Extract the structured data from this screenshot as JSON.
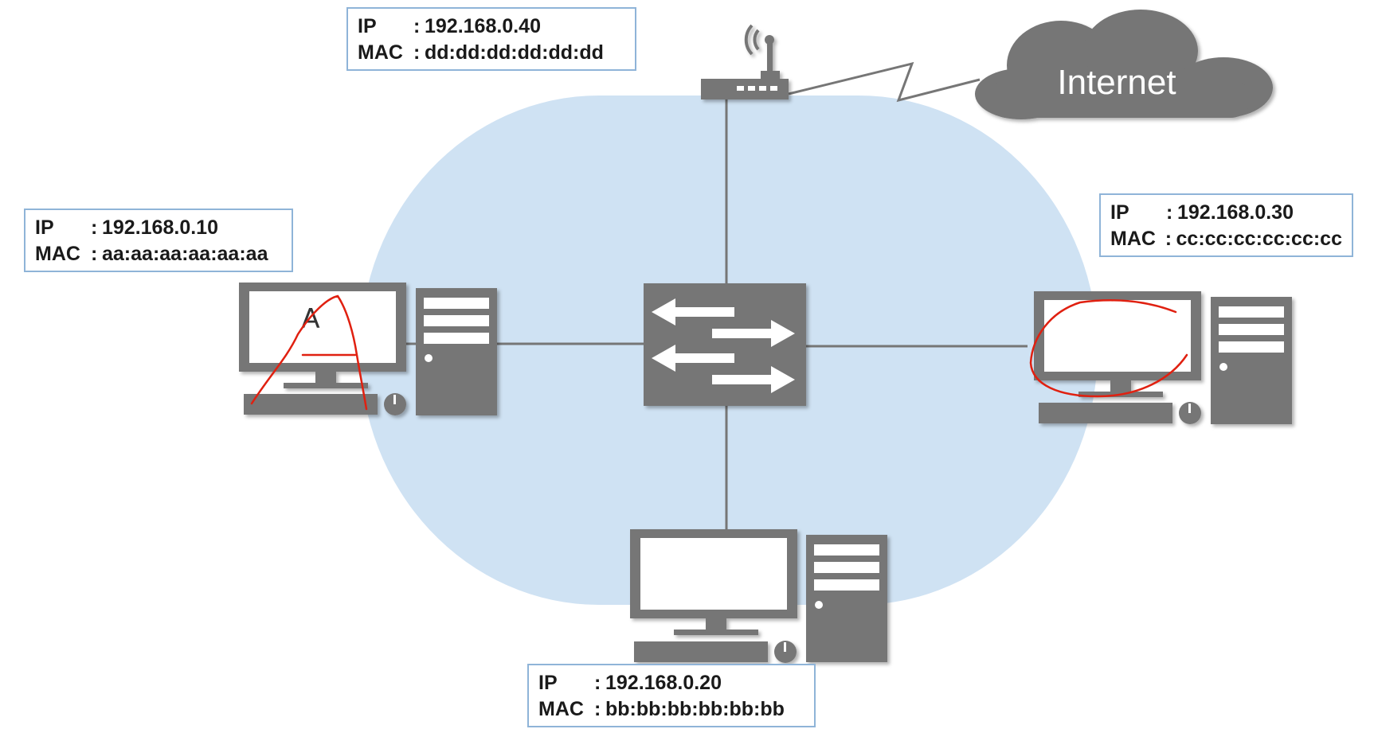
{
  "cloud": {
    "label": "Internet"
  },
  "hosts": {
    "router": {
      "ip_label": "IP",
      "ip": "192.168.0.40",
      "mac_label": "MAC",
      "mac": "dd:dd:dd:dd:dd:dd"
    },
    "pc_a": {
      "ip_label": "IP",
      "ip": "192.168.0.10",
      "mac_label": "MAC",
      "mac": "aa:aa:aa:aa:aa:aa",
      "screen_text": "A"
    },
    "pc_b": {
      "ip_label": "IP",
      "ip": "192.168.0.20",
      "mac_label": "MAC",
      "mac": "bb:bb:bb:bb:bb:bb"
    },
    "pc_c": {
      "ip_label": "IP",
      "ip": "192.168.0.30",
      "mac_label": "MAC",
      "mac": "cc:cc:cc:cc:cc:cc"
    }
  },
  "colors": {
    "device": "#767676",
    "lan_area": "#cfe2f3",
    "box_border": "#8fb4d8",
    "annotation": "#e02010"
  },
  "separator": ":"
}
